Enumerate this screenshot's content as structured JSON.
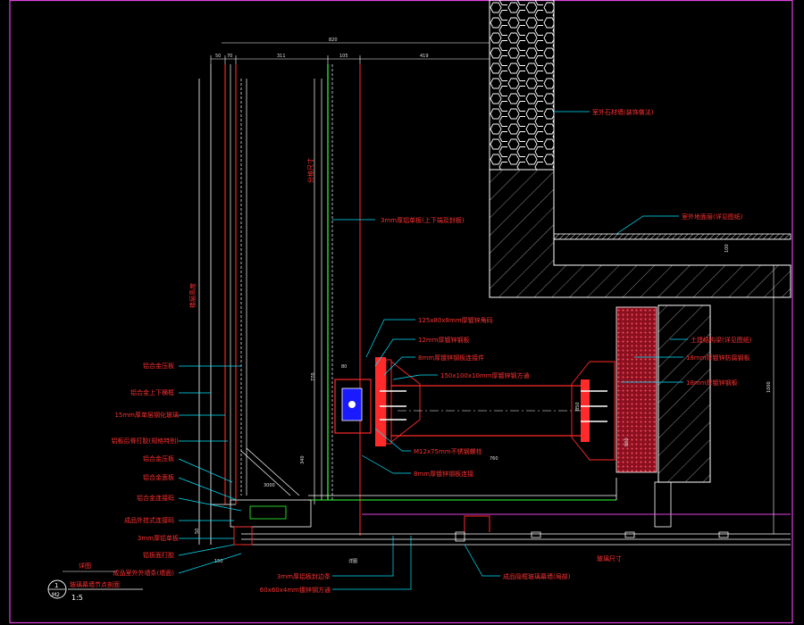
{
  "colors": {
    "background": "#000000",
    "frame": "#e040e0",
    "annotation": "#ff3030",
    "leader": "#00e5ff",
    "dimension": "#ffffff",
    "steel": "#ff2a2a",
    "membrane": "#33ff33",
    "concrete": "#c8c8c8",
    "brick": "#ff3344"
  },
  "top_dimensions": {
    "overall": "820",
    "segments": [
      "50",
      "70",
      "311",
      "105",
      "419"
    ]
  },
  "left_labels": [
    "铝合金压板",
    "铝合金上下横框",
    "15mm厚单层钢化玻璃",
    "铝板后脊打胶(规格特别)",
    "铝合金压板",
    "铝合金面板",
    "铝合金连接码",
    "成品外挂式连接码",
    "3mm厚铝单板",
    "铝板面打胶",
    "成品室外外墙条(墙面)"
  ],
  "right_labels": [
    "室外石材墙(装饰做法)",
    "室外地面层(详见图纸)",
    "土建结构梁(详见图纸)",
    "18mm厚镀锌防腐钢板",
    "18mm厚镀锌钢板"
  ],
  "center_labels": [
    "3mm厚铝单板(上下端及封板)",
    "125x80x8mm厚镀锌角码",
    "12mm厚镀锌钢板",
    "8mm厚镀锌钢板连接件",
    "150x100x10mm厚镀锌钢方通",
    "M12x75mm不锈钢螺栓",
    "8mm厚镀锌钢板连接",
    "3mm厚铝板封边条",
    "60x60x4mm镀锌钢方通",
    "成品隐框玻璃幕墙(局部)"
  ],
  "inner_dimensions": [
    "80",
    "770",
    "340",
    "760",
    "850",
    "860",
    "1000",
    "100",
    "50",
    "150",
    "3000"
  ],
  "vertical_notes": [
    "楼层高度",
    "分格尺寸",
    "玻璃尺寸"
  ],
  "title_block": {
    "number": "1",
    "sheet": "M2",
    "title": "玻璃幕墙节点剖面",
    "scale": "1:5",
    "tag": "详图"
  }
}
